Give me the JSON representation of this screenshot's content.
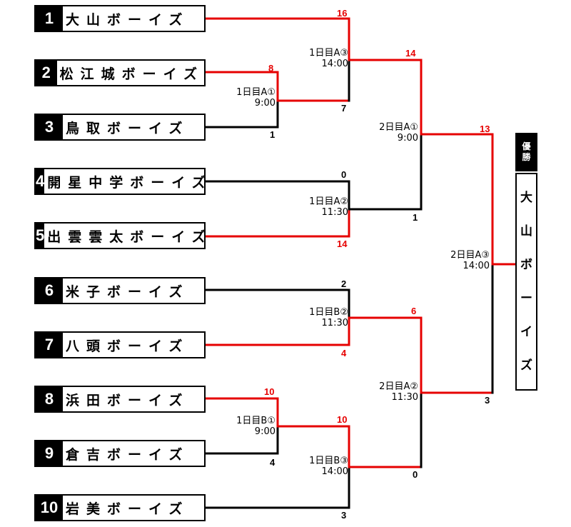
{
  "teams": [
    {
      "seed": "1",
      "name": "大山ボーイズ"
    },
    {
      "seed": "2",
      "name": "松江城ボーイズ"
    },
    {
      "seed": "3",
      "name": "鳥取ボーイズ"
    },
    {
      "seed": "4",
      "name": "開星中学ボーイズ"
    },
    {
      "seed": "5",
      "name": "出雲雲太ボーイズ"
    },
    {
      "seed": "6",
      "name": "米子ボーイズ"
    },
    {
      "seed": "7",
      "name": "八頭ボーイズ"
    },
    {
      "seed": "8",
      "name": "浜田ボーイズ"
    },
    {
      "seed": "9",
      "name": "倉吉ボーイズ"
    },
    {
      "seed": "10",
      "name": "岩美ボーイズ"
    }
  ],
  "matches": {
    "m1": {
      "name": "1日目A①",
      "time": "9:00",
      "score_top": "8",
      "score_bottom": "1"
    },
    "m2": {
      "name": "1日目A③",
      "time": "14:00",
      "score_top": "16",
      "score_bottom": "7"
    },
    "m3": {
      "name": "1日目A②",
      "time": "11:30",
      "score_top": "0",
      "score_bottom": "14"
    },
    "m4": {
      "name": "1日目B②",
      "time": "11:30",
      "score_top": "2",
      "score_bottom": "4"
    },
    "m5": {
      "name": "1日目B①",
      "time": "9:00",
      "score_top": "10",
      "score_bottom": "4"
    },
    "m6": {
      "name": "1日目B③",
      "time": "14:00",
      "score_top": "10",
      "score_bottom": "3"
    },
    "m7": {
      "name": "2日目A①",
      "time": "9:00",
      "score_top": "14",
      "score_bottom": "1"
    },
    "m8": {
      "name": "2日目A②",
      "time": "11:30",
      "score_top": "6",
      "score_bottom": "0"
    },
    "m9": {
      "name": "2日目A③",
      "time": "14:00",
      "score_top": "13",
      "score_bottom": "3"
    }
  },
  "champion": {
    "heading": [
      "優",
      "勝"
    ],
    "name": [
      "大",
      "山",
      "ボ",
      "ー",
      "イ",
      "ズ"
    ]
  },
  "colors": {
    "win_line": "#e60000",
    "lose_line": "#000000"
  }
}
